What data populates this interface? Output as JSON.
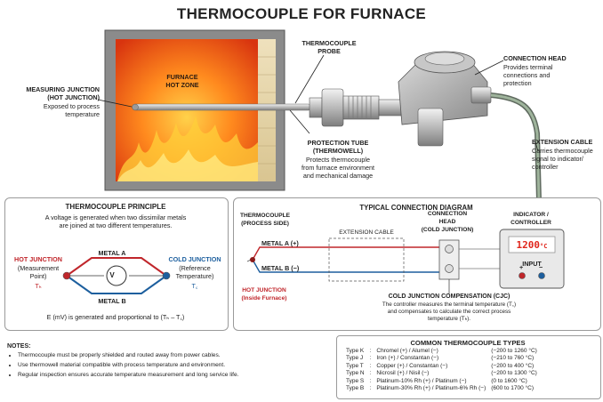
{
  "title": "THERMOCOUPLE FOR FURNACE",
  "furnace_label": "FURNACE\nHOT ZONE",
  "callouts": {
    "measuring_junction_title": "MEASURING JUNCTION\n(HOT JUNCTION)",
    "measuring_junction_desc": "Exposed to process\ntemperature",
    "probe_title": "THERMOCOUPLE\nPROBE",
    "connection_head_title": "CONNECTION HEAD",
    "connection_head_desc": "Provides terminal\nconnections and\nprotection",
    "protection_tube_title": "PROTECTION TUBE\n(THERMOWELL)",
    "protection_tube_desc": "Protects thermocouple\nfrom furnace environment\nand mechanical damage",
    "extension_cable_title": "EXTENSION CABLE",
    "extension_cable_desc": "Carries thermocouple\nsignal to indicator/\ncontroller"
  },
  "principle": {
    "title": "THERMOCOUPLE PRINCIPLE",
    "desc": "A voltage is generated when two dissimilar metals\nare joined at two different temperatures.",
    "hot_title": "HOT JUNCTION",
    "hot_desc": "(Measurement\nPoint)",
    "hot_symbol": "Tₕ",
    "cold_title": "COLD JUNCTION",
    "cold_desc": "(Reference\nTemperature)",
    "cold_symbol": "T꜀",
    "metal_a": "METAL A",
    "metal_b": "METAL B",
    "meter_symbol": "V",
    "equation": "E (mV) is generated and proportional to (Tₕ – T꜀)"
  },
  "connection": {
    "title": "TYPICAL CONNECTION DIAGRAM",
    "probe_label": "THERMOCOUPLE\n(PROCESS SIDE)",
    "metal_a": "METAL A",
    "metal_a_sign": "(+)",
    "metal_b": "METAL B",
    "metal_b_sign": "(−)",
    "ext_cable": "EXTENSION CABLE",
    "head_label": "CONNECTION\nHEAD\n(COLD JUNCTION)",
    "indicator_label": "INDICATOR /\nCONTROLLER",
    "display_value": "1200",
    "display_unit": "°C",
    "input_label": "INPUT",
    "plus": "+",
    "minus": "−",
    "hot_junction": "HOT JUNCTION\n(Inside Furnace)",
    "cjc_title": "COLD JUNCTION COMPENSATION (CJC)",
    "cjc_desc": "The controller measures the terminal temperature (T꜀)\nand compensates to calculate the correct process\ntemperature (Tₕ)."
  },
  "notes": {
    "title": "NOTES:",
    "items": [
      "Thermocouple must be properly shielded and routed away from power cables.",
      "Use thermowell material compatible with process temperature and environment.",
      "Regular inspection ensures accurate temperature measurement and long service life."
    ]
  },
  "types": {
    "title": "COMMON THERMOCOUPLE TYPES",
    "rows": [
      {
        "type": "Type K",
        "sep": ":",
        "materials": "Chromel (+) / Alumel (−)",
        "range": "(−200 to 1260 °C)"
      },
      {
        "type": "Type J",
        "sep": ":",
        "materials": "Iron (+) / Constantan (−)",
        "range": "(−210 to 760 °C)"
      },
      {
        "type": "Type T",
        "sep": ":",
        "materials": "Copper (+) / Constantan (−)",
        "range": "(−200 to 400 °C)"
      },
      {
        "type": "Type N",
        "sep": ":",
        "materials": "Nicrosil (+) / Nisil (−)",
        "range": "(−200 to 1300 °C)"
      },
      {
        "type": "Type S",
        "sep": ":",
        "materials": "Platinum-10% Rh (+) / Platinum (−)",
        "range": "(0 to 1600 °C)"
      },
      {
        "type": "Type B",
        "sep": ":",
        "materials": "Platinum-30% Rh (+) / Platinum-6% Rh (−)",
        "range": "(600 to 1700 °C)"
      }
    ]
  },
  "colors": {
    "red_wire": "#c0262b",
    "blue_wire": "#1d5f9e",
    "furnace_hot": "#f26a1b",
    "display_red": "#e0261c"
  }
}
